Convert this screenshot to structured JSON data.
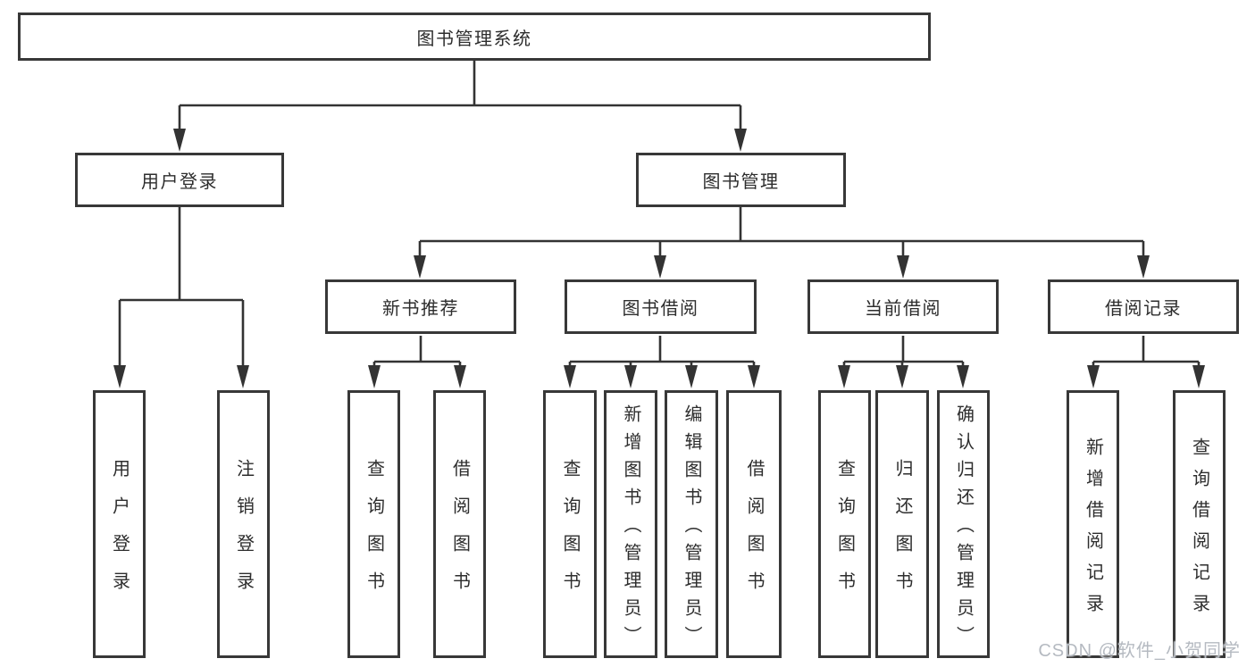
{
  "diagram": {
    "root": {
      "label": "图书管理系统"
    },
    "branches": [
      {
        "label": "用户登录",
        "children": [
          {
            "label": "用户登录"
          },
          {
            "label": "注销登录"
          }
        ]
      },
      {
        "label": "图书管理",
        "children": [
          {
            "label": "新书推荐",
            "children": [
              {
                "label": "查询图书"
              },
              {
                "label": "借阅图书"
              }
            ]
          },
          {
            "label": "图书借阅",
            "children": [
              {
                "label": "查询图书"
              },
              {
                "label": "新增图书（管理员）"
              },
              {
                "label": "编辑图书（管理员）"
              },
              {
                "label": "借阅图书"
              }
            ]
          },
          {
            "label": "当前借阅",
            "children": [
              {
                "label": "查询图书"
              },
              {
                "label": "归还图书"
              },
              {
                "label": "确认归还（管理员）"
              }
            ]
          },
          {
            "label": "借阅记录",
            "children": [
              {
                "label": "新增借阅记录"
              },
              {
                "label": "查询借阅记录"
              }
            ]
          }
        ]
      }
    ]
  },
  "watermark": {
    "text": "CSDN @软件_小贺同学"
  },
  "colors": {
    "line": "#333333",
    "box_border": "#383838",
    "text": "#2d2d2d",
    "background": "#ffffff",
    "watermark": "#b5bac1"
  }
}
